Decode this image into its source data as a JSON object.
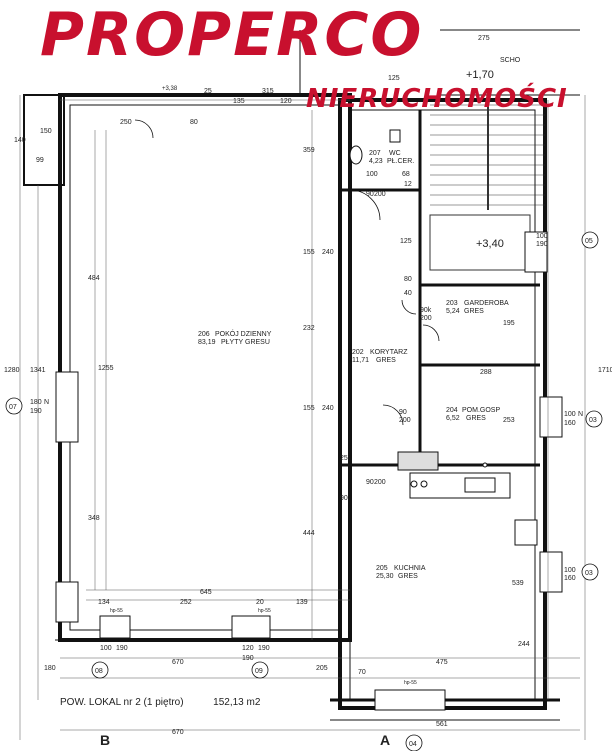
{
  "brand": {
    "name": "PROPERCO",
    "subtitle": "NIERUCHOMOŚCI"
  },
  "summary": {
    "unit_label": "POW. LOKAL nr 2 (1 piętro)",
    "total_area": "152,13 m2"
  },
  "elevation_marks": {
    "stair_landing": "+1,70",
    "upper_level": "+3,40",
    "terrace_marker": "+3,38"
  },
  "rooms": [
    {
      "num": "206",
      "name": "POKÓJ DZIENNY",
      "area": "83,19",
      "floor": "PŁYTY GRESU"
    },
    {
      "num": "207",
      "name": "WC",
      "area": "4,23",
      "floor": "PŁ.CER."
    },
    {
      "num": "203",
      "name": "GARDEROBA",
      "area": "5,24",
      "floor": "GRES"
    },
    {
      "num": "202",
      "name": "KORYTARZ",
      "area": "11,71",
      "floor": "GRES"
    },
    {
      "num": "204",
      "name": "POM.GOSP",
      "area": "6,52",
      "floor": "GRES"
    },
    {
      "num": "205",
      "name": "KUCHNIA",
      "area": "25,30",
      "floor": "GRES"
    }
  ],
  "grid_markers": {
    "B": "B",
    "A": "A",
    "m07": "07",
    "m08": "08",
    "m09": "09",
    "m03": "03",
    "m04": "04",
    "m05": "05"
  },
  "windows": [
    {
      "id": "w1",
      "size": "180",
      "sub": "190",
      "tag": "N"
    },
    {
      "id": "w2",
      "size": "100",
      "sub": "160",
      "tag": "N"
    },
    {
      "id": "w3",
      "size": "100",
      "sub": "160",
      "tag": ""
    },
    {
      "id": "w4",
      "size": "100",
      "sub": "190",
      "tag": ""
    },
    {
      "id": "w5",
      "size": "120",
      "sub": "190",
      "tag": ""
    },
    {
      "id": "w6",
      "size": "100",
      "sub": "190",
      "tag": ""
    }
  ],
  "doors": [
    {
      "id": "d1",
      "size": "90",
      "sub": "200"
    },
    {
      "id": "d2",
      "size": "90",
      "sub": "200"
    },
    {
      "id": "d3",
      "size": "90k",
      "sub": "200"
    },
    {
      "id": "d4",
      "size": "90",
      "sub": "200"
    }
  ],
  "dims": {
    "top": [
      "315",
      "120",
      "135",
      "80",
      "250",
      "25"
    ],
    "left": [
      "1280",
      "1341",
      "484",
      "1255",
      "348",
      "150",
      "99"
    ],
    "mid": [
      "359",
      "155",
      "240",
      "232",
      "155",
      "240",
      "444"
    ],
    "right": [
      "1710",
      "539",
      "244",
      "125",
      "195",
      "288",
      "253"
    ],
    "bottom": [
      "670",
      "670",
      "475",
      "561",
      "645",
      "252",
      "139",
      "20",
      "134"
    ],
    "stairs": [
      "275",
      "125",
      "205"
    ],
    "small": [
      "100",
      "68",
      "12",
      "80",
      "40",
      "25",
      "70",
      "180",
      "190",
      "140",
      "90"
    ]
  },
  "labels": {
    "stair_top": "SCHO",
    "hp": "hp-55",
    "n_tag": "N"
  }
}
